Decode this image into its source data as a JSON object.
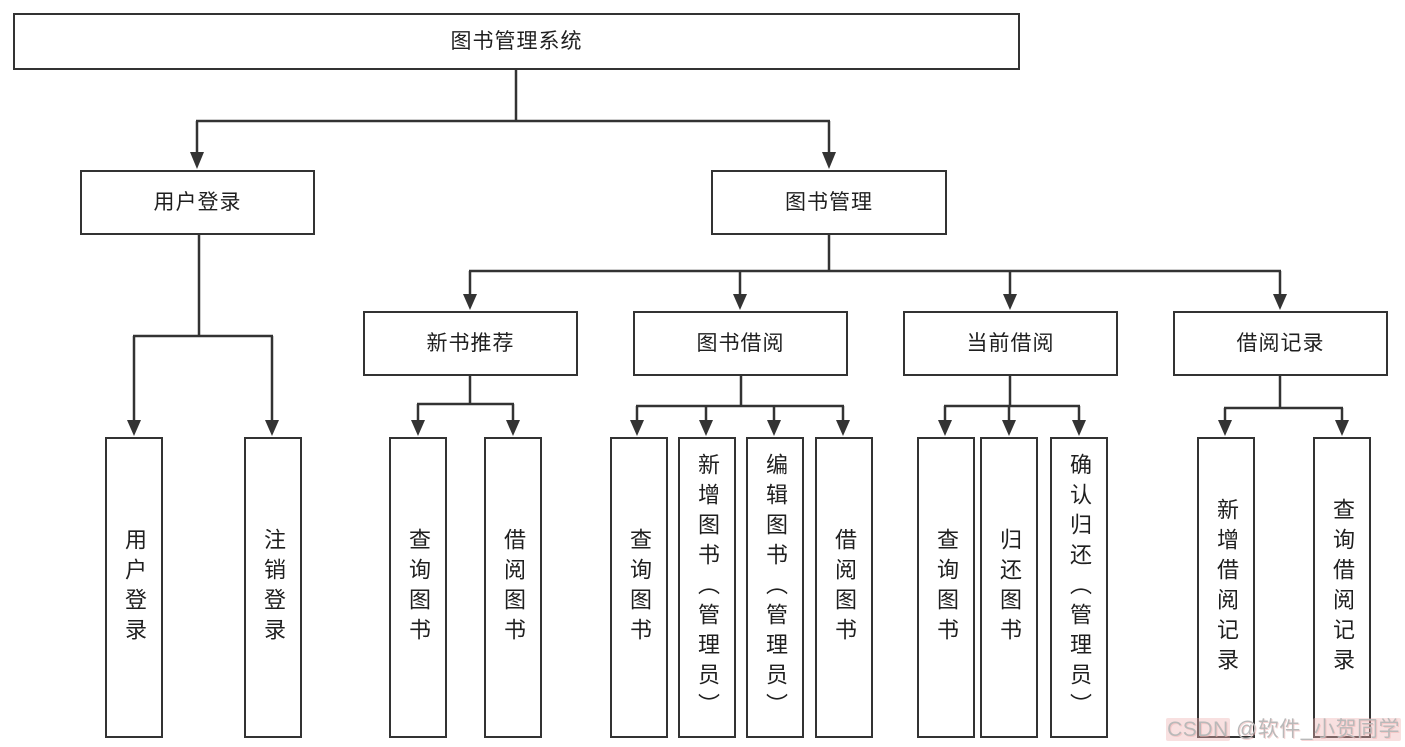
{
  "diagram": {
    "root": {
      "label": "图书管理系统"
    },
    "level2": {
      "user_login": {
        "label": "用户登录"
      },
      "book_management": {
        "label": "图书管理"
      }
    },
    "level3": {
      "new_book_recommend": {
        "label": "新书推荐"
      },
      "book_borrowing": {
        "label": "图书借阅"
      },
      "current_borrowing": {
        "label": "当前借阅"
      },
      "borrowing_records": {
        "label": "借阅记录"
      }
    },
    "leaves": {
      "user_login": [
        "用户登录",
        "注销登录"
      ],
      "new_book_recommend": [
        "查询图书",
        "借阅图书"
      ],
      "book_borrowing": [
        "查询图书",
        "新增图书（管理员）",
        "编辑图书（管理员）",
        "借阅图书"
      ],
      "current_borrowing": [
        "查询图书",
        "归还图书",
        "确认归还（管理员）"
      ],
      "borrowing_records": [
        "新增借阅记录",
        "查询借阅记录"
      ]
    }
  },
  "watermark": {
    "brand": "CSDN",
    "mid": " @软件_",
    "tail": "小贺同学"
  },
  "colors": {
    "line": "#333333",
    "border": "#333333",
    "text": "#1f1f1f",
    "watermark_gray": "#b9b9b9",
    "watermark_pink": "#eeb2b2"
  }
}
